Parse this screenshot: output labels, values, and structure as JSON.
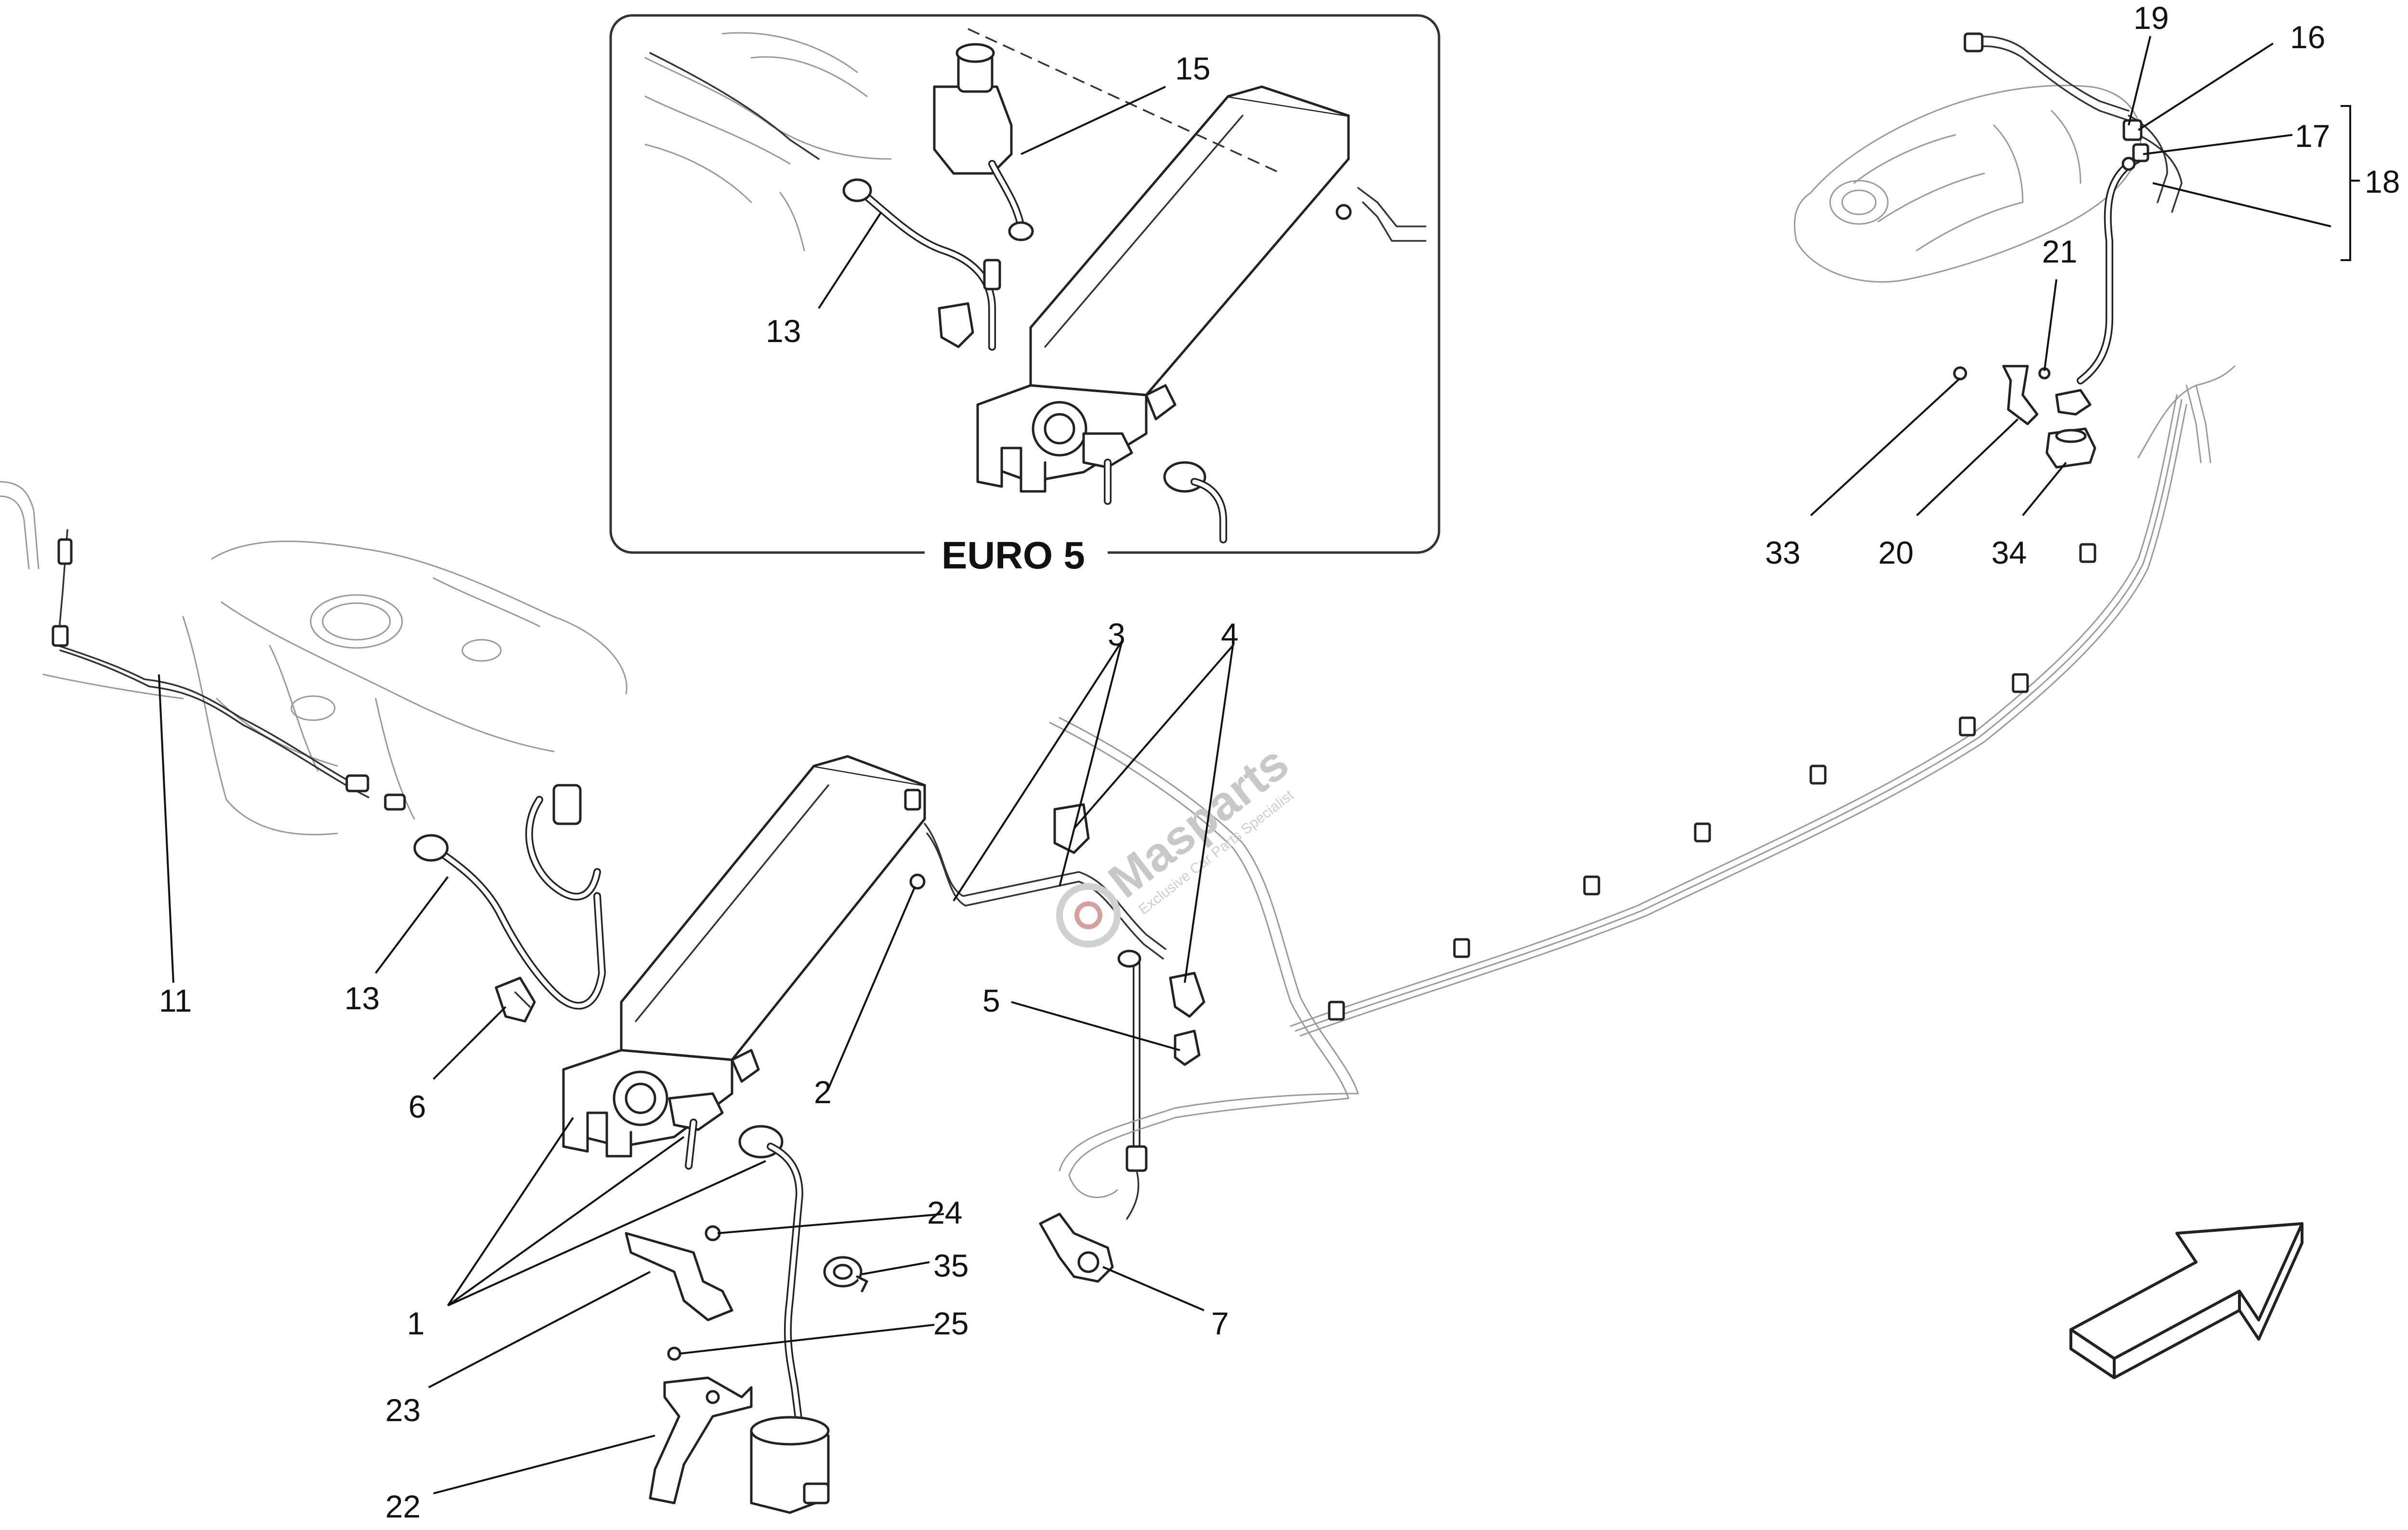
{
  "inset": {
    "label": "EURO 5"
  },
  "watermark": {
    "brand": "Masparts",
    "tagline": "Exclusive Car Parts Specialist"
  },
  "callouts": [
    {
      "id": "c1",
      "text": "1"
    },
    {
      "id": "c2",
      "text": "2"
    },
    {
      "id": "c3",
      "text": "3"
    },
    {
      "id": "c4",
      "text": "4"
    },
    {
      "id": "c5",
      "text": "5"
    },
    {
      "id": "c6",
      "text": "6"
    },
    {
      "id": "c7",
      "text": "7"
    },
    {
      "id": "c11",
      "text": "11"
    },
    {
      "id": "c13",
      "text": "13"
    },
    {
      "id": "c13b",
      "text": "13"
    },
    {
      "id": "c15",
      "text": "15"
    },
    {
      "id": "c16",
      "text": "16"
    },
    {
      "id": "c17",
      "text": "17"
    },
    {
      "id": "c18",
      "text": "18"
    },
    {
      "id": "c19",
      "text": "19"
    },
    {
      "id": "c20",
      "text": "20"
    },
    {
      "id": "c21",
      "text": "21"
    },
    {
      "id": "c22",
      "text": "22"
    },
    {
      "id": "c23",
      "text": "23"
    },
    {
      "id": "c24",
      "text": "24"
    },
    {
      "id": "c25",
      "text": "25"
    },
    {
      "id": "c33",
      "text": "33"
    },
    {
      "id": "c34",
      "text": "34"
    },
    {
      "id": "c35",
      "text": "35"
    }
  ]
}
